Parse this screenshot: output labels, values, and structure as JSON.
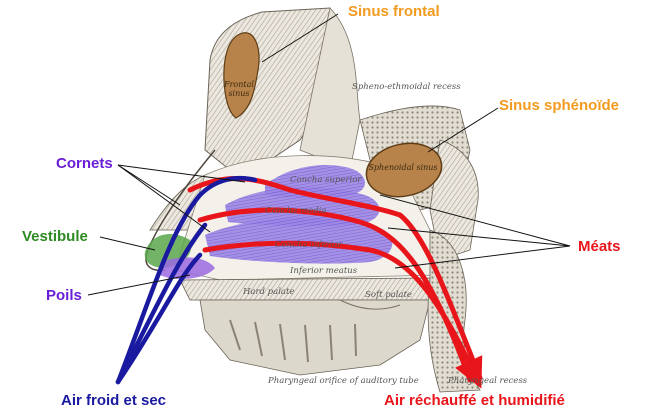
{
  "colors": {
    "orange": "#f39a1f",
    "purple": "#6a1fd6",
    "green": "#2e8b23",
    "red": "#e8151b",
    "navy": "#1a1aa0",
    "sinus_fill": "#b8834a",
    "bone": "#d9d3c6"
  },
  "labels": {
    "sinus_frontal": "Sinus frontal",
    "sinus_sphenoide": "Sinus sphénoïde",
    "cornets": "Cornets",
    "vestibule": "Vestibule",
    "poils": "Poils",
    "meats": "Méats",
    "air_froid": "Air froid et sec",
    "air_rechauffe": "Air réchauffé et humidifié"
  },
  "engraving_text": {
    "spheno_ethmoidal": "Spheno-ethmoidal recess",
    "frontal_sinus": "Frontal sinus",
    "sphenoidal_sinus": "Sphenoidal sinus",
    "concha_superior": "Concha superior",
    "concha_media": "Concha media",
    "concha_inferior": "Concha inferior",
    "inferior_meatus": "Inferior meatus",
    "hard_palate": "Hard palate",
    "soft_palate": "Soft palate",
    "pharyngeal_orifice": "Pharyngeal orifice of auditory tube",
    "pharyngeal_recess": "Pharyngeal recess"
  }
}
